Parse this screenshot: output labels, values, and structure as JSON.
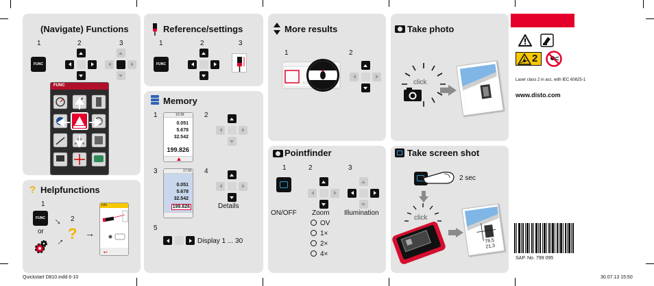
{
  "panels": {
    "functions": {
      "title": "(Navigate) Functions",
      "steps": [
        "1",
        "2",
        "3"
      ],
      "func_key": "FUNC",
      "screen_header": "FUNC"
    },
    "help": {
      "title": "Helpfunctions",
      "steps": [
        "1",
        "2"
      ],
      "or": "or",
      "func_key": "FUNC",
      "screen_header": "Info"
    },
    "reference": {
      "title": "Reference/settings",
      "steps": [
        "1",
        "2",
        "3"
      ],
      "func_key": "FUNC"
    },
    "memory": {
      "title": "Memory",
      "steps": [
        "1",
        "2",
        "3",
        "4",
        "5"
      ],
      "screen1": {
        "status": "10:39",
        "values": [
          "0.051",
          "5.678",
          "32.542"
        ],
        "result": "199.826"
      },
      "screen2": {
        "status": "17:00",
        "values": [
          "0.051",
          "5.678",
          "32.542"
        ],
        "result": "199.826"
      },
      "details": "Details",
      "display": "Display 1 ... 30"
    },
    "more": {
      "title": "More results",
      "steps": [
        "1",
        "2"
      ]
    },
    "pointfinder": {
      "title": "Pointfinder",
      "steps": [
        "1",
        "2",
        "3"
      ],
      "on_off": "ON/OFF",
      "zoom": "Zoom",
      "illumination": "Illumination",
      "zoom_levels": [
        "OV",
        "1×",
        "2×",
        "4×"
      ]
    },
    "photo": {
      "title": "Take photo",
      "click": "click"
    },
    "screenshot": {
      "title": "Take screen shot",
      "hold": "2 sec",
      "click": "click",
      "readout": [
        "78,5",
        "21,3"
      ]
    },
    "info": {
      "laser_class": "2",
      "laser_note": "Laser class 2 in acc. with IEC 60825-1",
      "url": "www.disto.com",
      "sap": "SAP. No. 799 095"
    }
  },
  "footer": {
    "file": "Quickstart D810.indd   6-10",
    "date": "30.07.13   15:50"
  },
  "colors": {
    "brand_red": "#e4002b",
    "panel_bg": "#e4e4e4",
    "icon_blue": "#2f63b6",
    "warn_yellow": "#f6c800"
  }
}
